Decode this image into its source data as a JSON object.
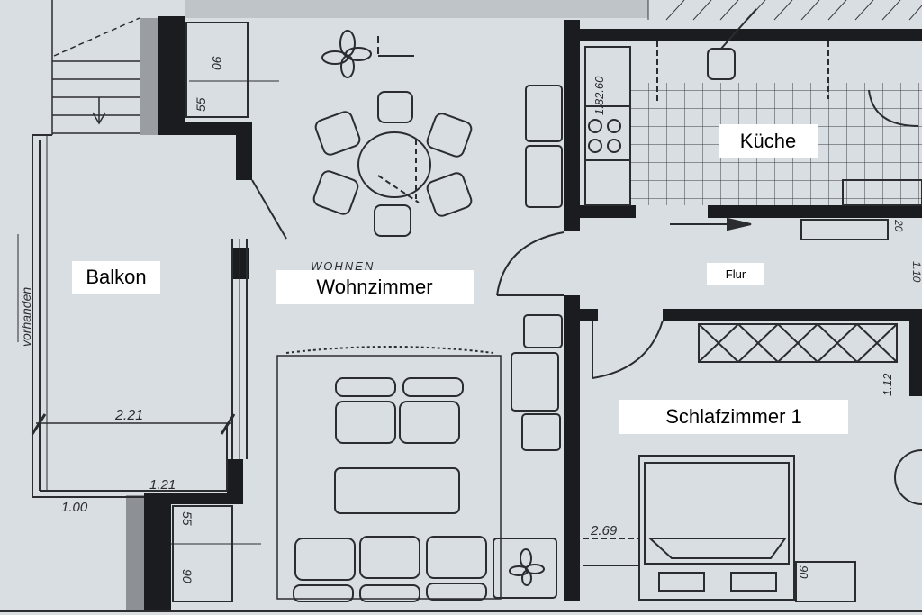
{
  "rooms": {
    "balkon": "Balkon",
    "wohnzimmer": "Wohnzimmer",
    "kueche": "Küche",
    "flur": "Flur",
    "schlafzimmer": "Schlafzimmer 1"
  },
  "handwritten": {
    "wohnen": "WOHNEN",
    "vorhanden": "vorhanden"
  },
  "dimensions": {
    "balkon_width": "2.21",
    "balkon_depth": "1.21",
    "balkon_edge": "1.00",
    "cabinet_top_w": "90",
    "cabinet_top_d": "55",
    "cabinet_bot_w": "90",
    "cabinet_bot_d": "55",
    "kitchen_depth": "1.82.60",
    "flur_20": "20",
    "flur_110": "1.10",
    "schlaf_112": "1.12",
    "schlaf_269": "2.69",
    "schlaf_90": "90"
  },
  "colors": {
    "paper": "#d9dee3",
    "ink": "#1e2024",
    "wall": "#1b1c20",
    "label_bg": "#ffffff"
  }
}
